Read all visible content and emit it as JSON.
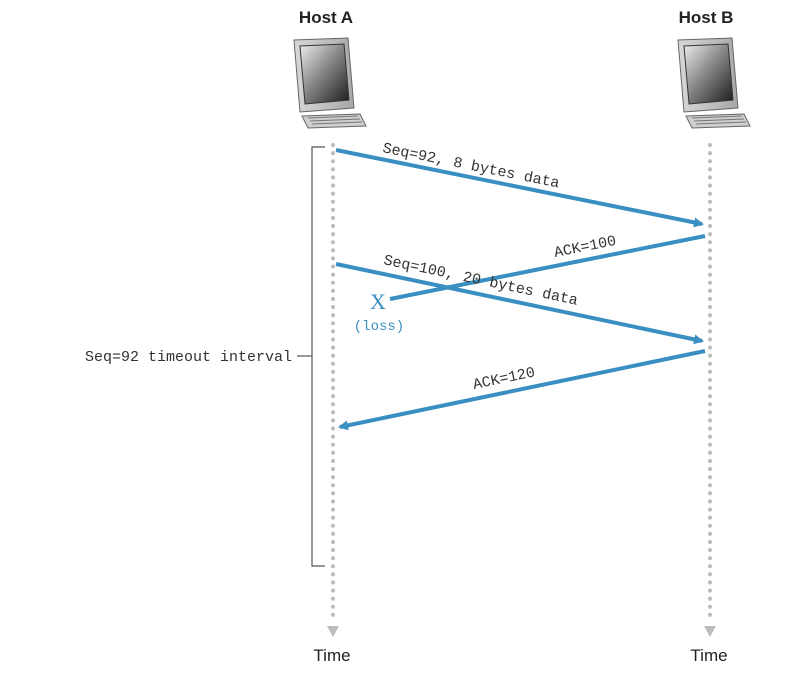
{
  "hosts": {
    "a": {
      "label": "Host A",
      "time_label": "Time"
    },
    "b": {
      "label": "Host B",
      "time_label": "Time"
    }
  },
  "messages": [
    {
      "label": "Seq=92, 8 bytes data"
    },
    {
      "label": "ACK=100"
    },
    {
      "label": "Seq=100, 20 bytes data"
    },
    {
      "label": "ACK=120"
    }
  ],
  "loss": {
    "mark": "X",
    "label": "(loss)"
  },
  "timeout": {
    "label": "Seq=92 timeout interval"
  },
  "colors": {
    "arrow": "#3a8fc2",
    "timeline": "#bdbdbd",
    "text": "#333333",
    "bracket": "#555555"
  }
}
